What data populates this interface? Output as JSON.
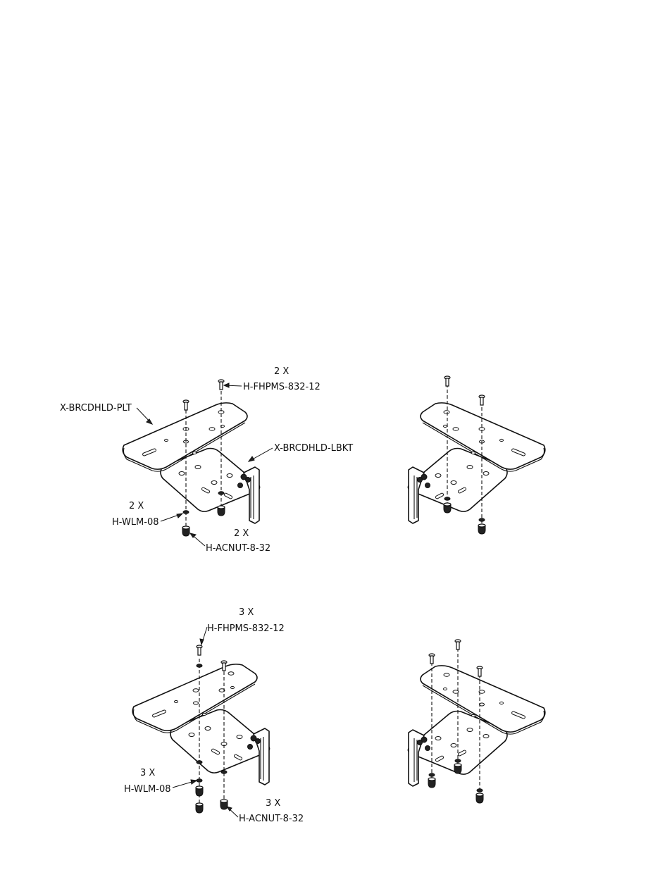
{
  "views": {
    "top_left": {
      "plate_label": "X-BRCDHLD-PLT",
      "bracket_label": "X-BRCDHLD-LBKT",
      "screw_qty": "2 X",
      "screw_label": "H-FHPMS-832-12",
      "washer_qty": "2 X",
      "washer_label": "H-WLM-08",
      "nut_qty": "2 X",
      "nut_label": "H-ACNUT-8-32"
    },
    "bottom_left": {
      "screw_qty": "3 X",
      "screw_label": "H-FHPMS-832-12",
      "washer_qty": "3 X",
      "washer_label": "H-WLM-08",
      "nut_qty": "3 X",
      "nut_label": "H-ACNUT-8-32"
    }
  }
}
